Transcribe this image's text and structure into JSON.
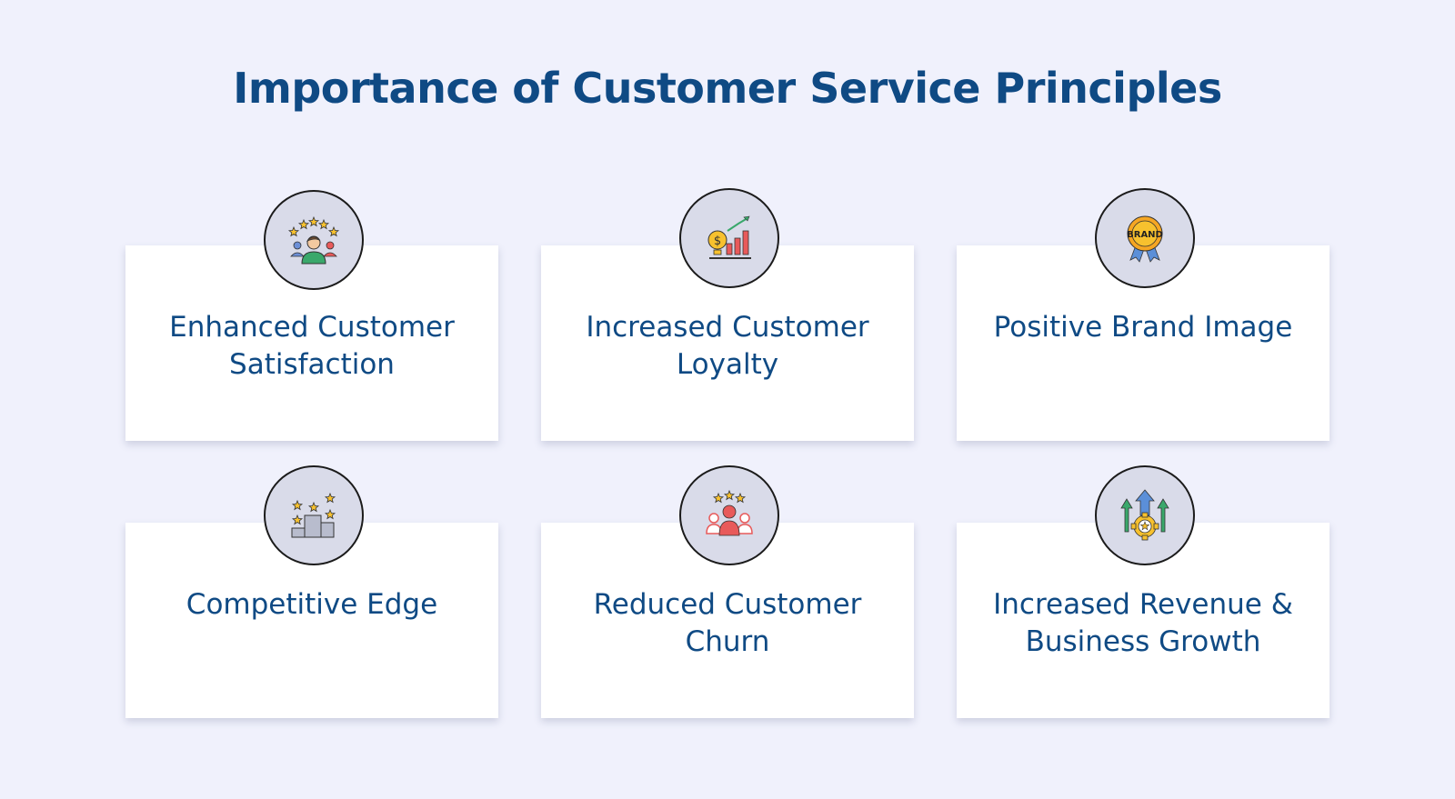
{
  "title": "Importance of Customer Service Principles",
  "colors": {
    "background": "#f0f1fc",
    "title": "#0f4a84",
    "card_text": "#0f4a84",
    "card": "#ffffff",
    "icon_circle": "#d9dbe9"
  },
  "cards": [
    {
      "label": "Enhanced Customer Satisfaction",
      "icon": "satisfied-customer-stars-icon"
    },
    {
      "label": "Increased Customer Loyalty",
      "icon": "growth-chart-coin-icon"
    },
    {
      "label": "Positive Brand Image",
      "icon": "brand-badge-icon"
    },
    {
      "label": "Competitive Edge",
      "icon": "podium-stars-icon"
    },
    {
      "label": "Reduced Customer Churn",
      "icon": "customer-group-stars-icon"
    },
    {
      "label": "Increased Revenue & Business Growth",
      "icon": "gear-growth-arrows-icon"
    }
  ]
}
